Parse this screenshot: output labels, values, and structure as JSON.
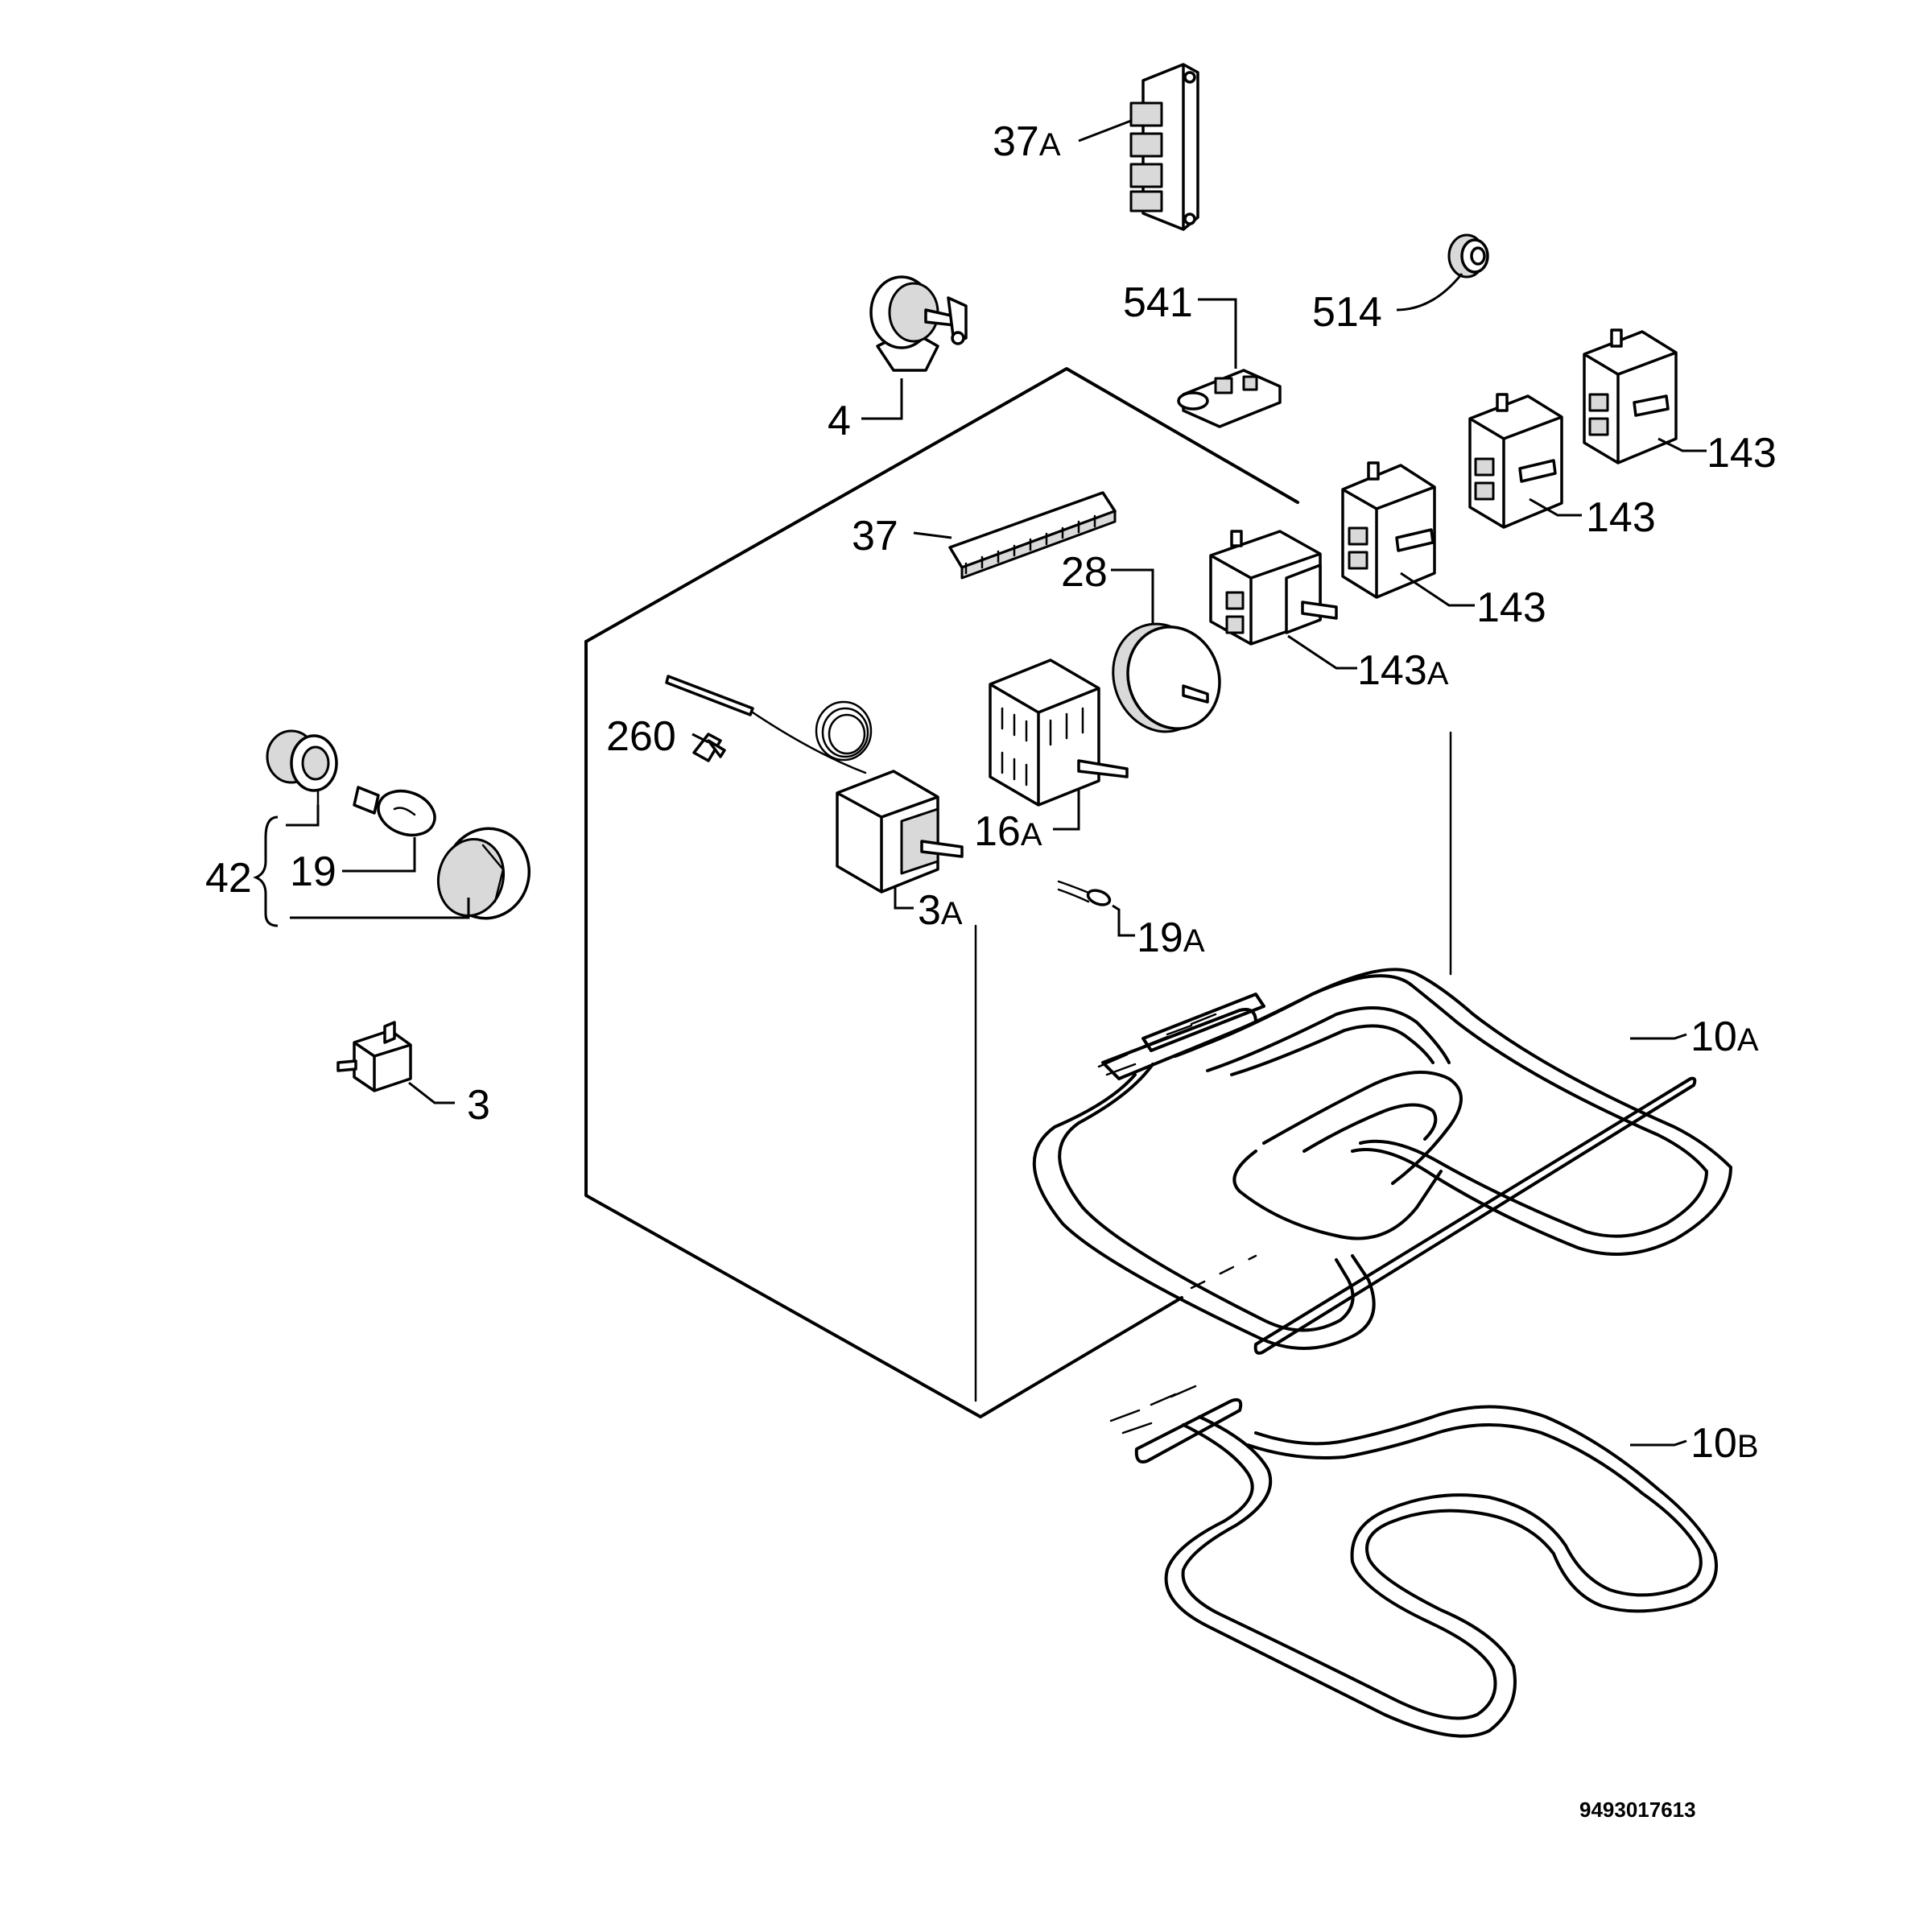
{
  "labels": {
    "p37a": {
      "main": "37",
      "suffix": "A"
    },
    "p541": {
      "main": "541"
    },
    "p514": {
      "main": "514"
    },
    "p4": {
      "main": "4"
    },
    "p143_1": {
      "main": "143"
    },
    "p143_2": {
      "main": "143"
    },
    "p143_3": {
      "main": "143"
    },
    "p143a": {
      "main": "143",
      "suffix": "A"
    },
    "p37": {
      "main": "37"
    },
    "p28": {
      "main": "28"
    },
    "p260": {
      "main": "260"
    },
    "p16a": {
      "main": "16",
      "suffix": "A"
    },
    "p42": {
      "main": "42"
    },
    "p19": {
      "main": "19"
    },
    "p3a": {
      "main": "3",
      "suffix": "A"
    },
    "p19a": {
      "main": "19",
      "suffix": "A"
    },
    "p3": {
      "main": "3"
    },
    "p10a": {
      "main": "10",
      "suffix": "A"
    },
    "p10b": {
      "main": "10",
      "suffix": "B"
    }
  },
  "document_number": "9493017613"
}
